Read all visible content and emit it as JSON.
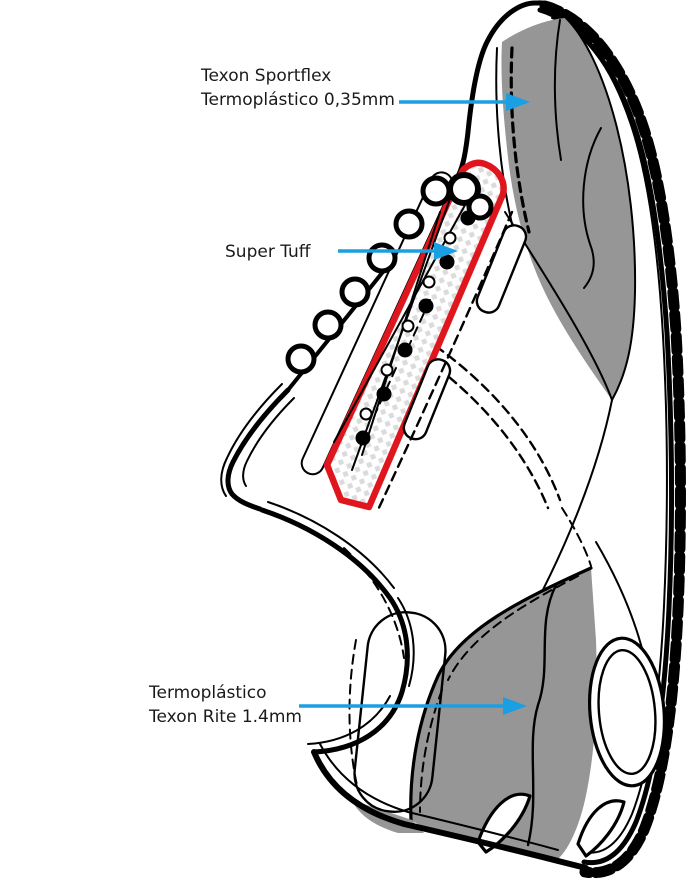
{
  "diagram": {
    "kind": "footwear material specification drawing",
    "subject": "sneaker side profile, toe pointing up"
  },
  "colors": {
    "background": "#FFFFFF",
    "text_color": "#1A1A1A",
    "outline_black": "#000000",
    "arrow_blue": "#1A9FE3",
    "eyestay_red": "#E0161E",
    "panel_gray": "#969696",
    "halftone_gray": "#DBDBDB"
  },
  "annotations": [
    {
      "id": "toe-panel",
      "lines": [
        "Texon Sportflex",
        "Termoplástico 0,35mm"
      ]
    },
    {
      "id": "eyestay",
      "lines": [
        "Super Tuff"
      ]
    },
    {
      "id": "heel-panel",
      "lines": [
        "Termoplástico",
        "Texon Rite 1.4mm"
      ]
    }
  ]
}
